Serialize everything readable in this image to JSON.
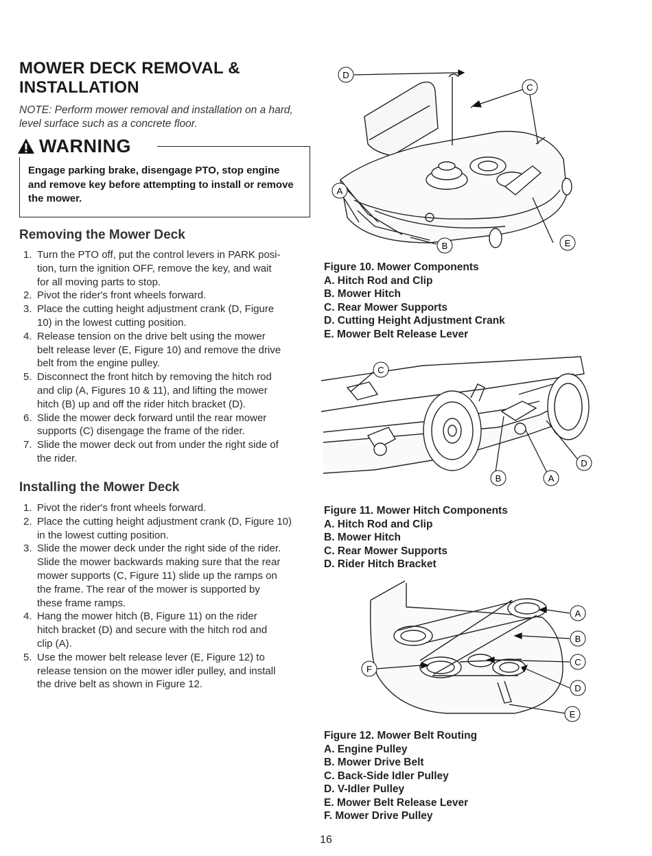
{
  "title": {
    "line1": "MOWER DECK REMOVAL &",
    "line2": "INSTALLATION"
  },
  "note": "NOTE: Perform mower removal and installation on a hard, level surface such as a concrete floor.",
  "warning": {
    "label": "WARNING",
    "icon": "warning-triangle-icon",
    "text": "Engage parking brake, disengage PTO, stop engine and remove key before attempting to install or remove the mower."
  },
  "removing": {
    "heading": "Removing the Mower Deck",
    "steps": [
      {
        "num": "1.",
        "lines": [
          "Turn the PTO off, put the control levers in PARK posi-",
          "tion, turn the ignition OFF, remove the key, and wait",
          "for all moving parts to stop."
        ]
      },
      {
        "num": "2.",
        "lines": [
          "Pivot the rider's front wheels forward."
        ]
      },
      {
        "num": "3.",
        "lines": [
          "Place the cutting height adjustment crank (D, Figure",
          "10) in the lowest cutting position."
        ]
      },
      {
        "num": "4.",
        "lines": [
          "Release tension on the drive belt using the mower",
          "belt release lever (E, Figure 10) and remove the drive",
          "belt from the engine pulley."
        ]
      },
      {
        "num": "5.",
        "lines": [
          "Disconnect the front hitch by removing the hitch rod",
          "and clip (A, Figures 10 & 11), and lifting the mower",
          "hitch (B) up and off the rider hitch bracket (D)."
        ]
      },
      {
        "num": "6.",
        "lines": [
          "Slide the mower deck forward until the rear mower",
          "supports (C) disengage the frame of the rider."
        ]
      },
      {
        "num": "7.",
        "lines": [
          "Slide the mower deck out from under the right side of",
          "the rider."
        ]
      }
    ]
  },
  "installing": {
    "heading": "Installing the Mower Deck",
    "steps": [
      {
        "num": "1.",
        "lines": [
          "Pivot the rider's front wheels forward."
        ]
      },
      {
        "num": "2.",
        "lines": [
          "Place the cutting height adjustment crank (D, Figure 10)",
          "in the lowest cutting position."
        ]
      },
      {
        "num": "3.",
        "lines": [
          "Slide the mower deck under the right side of the rider.",
          "Slide the mower backwards making sure that the rear",
          "mower supports (C, Figure 11) slide up the ramps on",
          "the frame. The rear of the mower is supported by",
          "these frame ramps."
        ]
      },
      {
        "num": "4.",
        "lines": [
          "Hang the mower hitch (B, Figure 11) on the rider",
          "hitch bracket (D) and secure with the hitch rod and",
          "clip (A)."
        ]
      },
      {
        "num": "5.",
        "lines": [
          "Use the mower belt release lever (E, Figure 12) to",
          "release tension on the mower idler pulley, and install",
          "the drive belt as shown in Figure 12."
        ]
      }
    ]
  },
  "figure10": {
    "caption": "Figure 10. Mower Components",
    "items": [
      "A.  Hitch Rod and Clip",
      "B.  Mower Hitch",
      "C.  Rear Mower Supports",
      "D.  Cutting Height Adjustment Crank",
      "E.  Mower Belt Release Lever"
    ],
    "callouts": {
      "a": "A",
      "b": "B",
      "c": "C",
      "d": "D",
      "e": "E"
    }
  },
  "figure11": {
    "caption": "Figure 11. Mower Hitch Components",
    "items": [
      "A.  Hitch Rod and Clip",
      "B.  Mower Hitch",
      "C.  Rear Mower Supports",
      "D.  Rider Hitch Bracket"
    ],
    "callouts": {
      "a": "A",
      "b": "B",
      "c": "C",
      "d": "D"
    }
  },
  "figure12": {
    "caption": "Figure 12.  Mower Belt Routing",
    "items": [
      "A.  Engine Pulley",
      "B.  Mower Drive Belt",
      "C.  Back-Side Idler Pulley",
      "D.  V-Idler Pulley",
      "E.  Mower Belt Release Lever",
      "F.  Mower Drive Pulley"
    ],
    "callouts": {
      "a": "A",
      "b": "B",
      "c": "C",
      "d": "D",
      "e": "E",
      "f": "F"
    }
  },
  "page_number": "16"
}
